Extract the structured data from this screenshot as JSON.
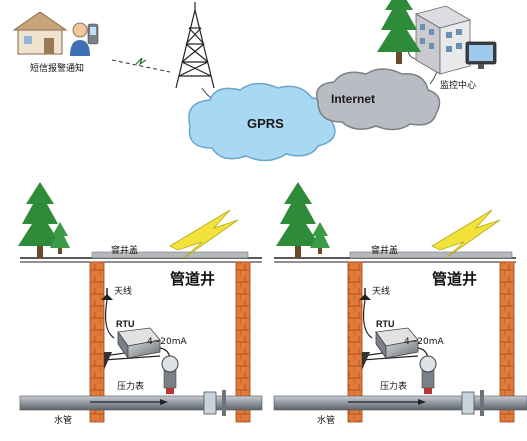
{
  "network": {
    "sms_alarm_label": "短信报警通知",
    "monitor_center_label": "监控中心",
    "gprs_label": "GPRS",
    "internet_label": "Internet"
  },
  "wells": [
    {
      "manhole_cover_label": "窨井盖",
      "well_title": "管道井",
      "antenna_label": "天线",
      "rtu_label": "RTU",
      "signal_label": "4~20mA",
      "pressure_gauge_label": "压力表",
      "water_pipe_label": "水管"
    },
    {
      "manhole_cover_label": "窨井盖",
      "well_title": "管道井",
      "antenna_label": "天线",
      "rtu_label": "RTU",
      "signal_label": "4~20mA",
      "pressure_gauge_label": "压力表",
      "water_pipe_label": "水管"
    }
  ],
  "colors": {
    "cloud": "#a9d8f2",
    "cloud_dark": "#b9bcc2",
    "brick": "#e07a3a",
    "tree": "#2e8b3a",
    "lightning": "#f2e23a",
    "pipe": "#8f969d"
  }
}
